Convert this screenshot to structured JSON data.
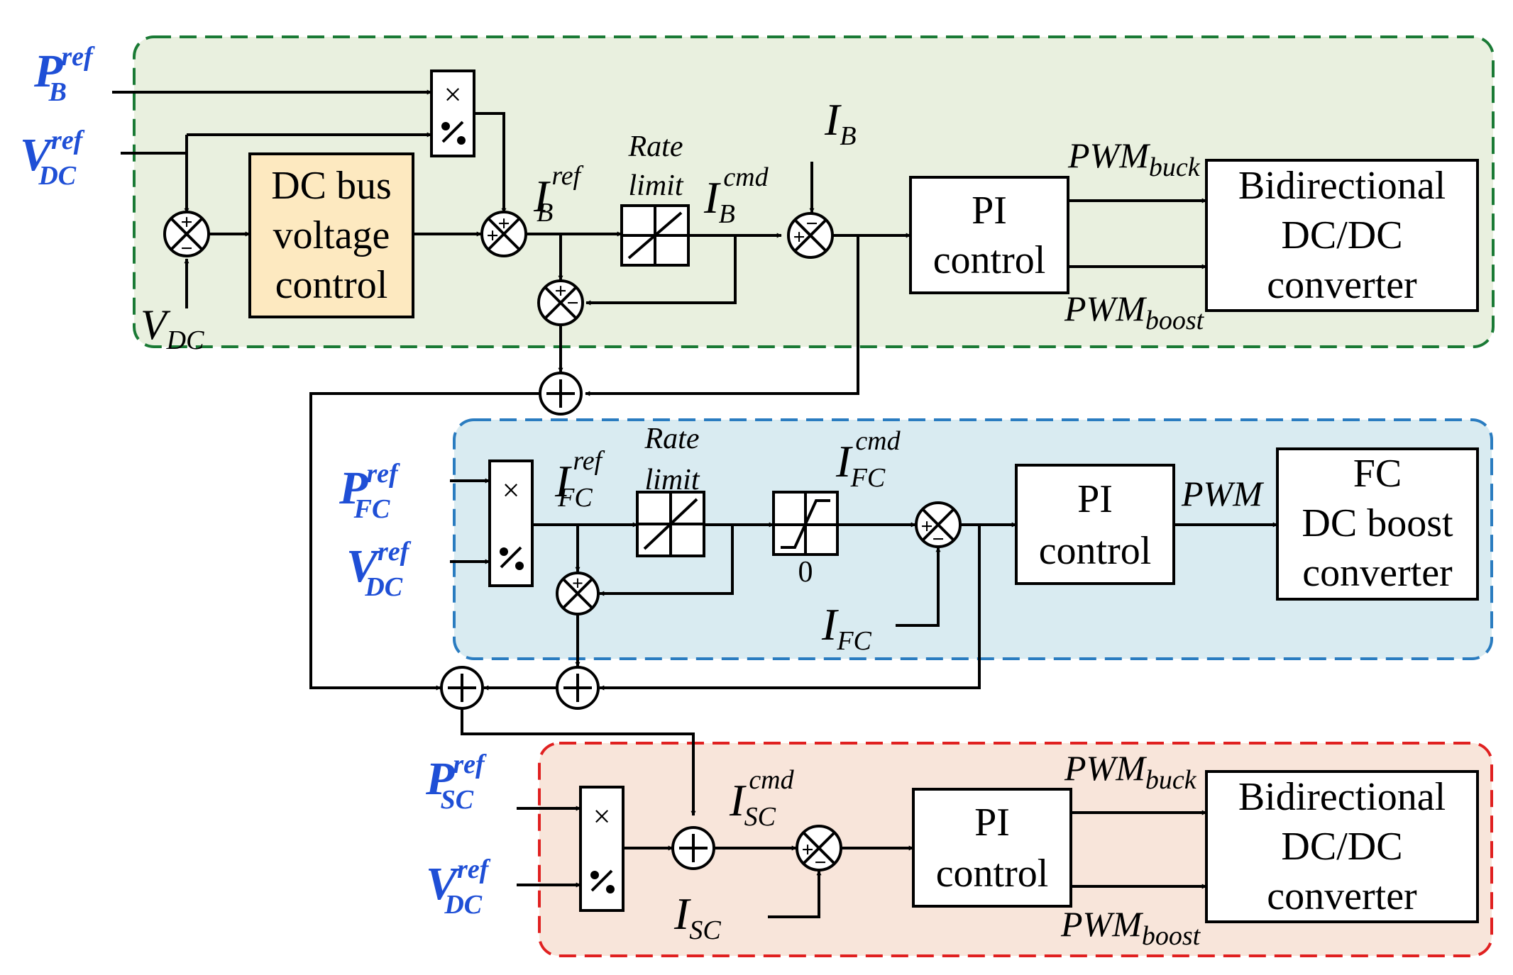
{
  "regions": {
    "battery": {
      "fill": "#e9f0df",
      "border": "#1a7a35"
    },
    "fuel_cell": {
      "fill": "#d9ebf1",
      "border": "#2a7cc0"
    },
    "supercap": {
      "fill": "#f8e5da",
      "border": "#e02020"
    }
  },
  "colors": {
    "input_label": "#1f4fd6",
    "dc_bus_block": "#fde9c0",
    "wire": "#000000"
  },
  "battery": {
    "input_p": {
      "main": "P",
      "sup": "ref",
      "sub": "B"
    },
    "input_v": {
      "main": "V",
      "sup": "ref",
      "sub": "DC"
    },
    "vdc_meas": {
      "main": "V",
      "sub": "DC"
    },
    "dc_bus_block": {
      "line1": "DC bus",
      "line2": "voltage",
      "line3": "control"
    },
    "iref": {
      "main": "I",
      "sup": "ref",
      "sub": "B"
    },
    "rate_limit": {
      "line1": "Rate",
      "line2": "limit"
    },
    "icmd": {
      "main": "I",
      "sup": "cmd",
      "sub": "B"
    },
    "imeas": {
      "main": "I",
      "sub": "B"
    },
    "pi_block": {
      "line1": "PI",
      "line2": "control"
    },
    "pwm_buck": {
      "main": "PWM",
      "sub": "buck"
    },
    "pwm_boost": {
      "main": "PWM",
      "sub": "boost"
    },
    "converter": {
      "line1": "Bidirectional",
      "line2": "DC/DC",
      "line3": "converter"
    }
  },
  "fuel_cell": {
    "input_p": {
      "main": "P",
      "sup": "ref",
      "sub": "FC"
    },
    "input_v": {
      "main": "V",
      "sup": "ref",
      "sub": "DC"
    },
    "iref": {
      "main": "I",
      "sup": "ref",
      "sub": "FC"
    },
    "rate_limit": {
      "line1": "Rate",
      "line2": "limit"
    },
    "saturation_zero": "0",
    "icmd": {
      "main": "I",
      "sup": "cmd",
      "sub": "FC"
    },
    "imeas": {
      "main": "I",
      "sub": "FC"
    },
    "pi_block": {
      "line1": "PI",
      "line2": "control"
    },
    "pwm": "PWM",
    "converter": {
      "line1": "FC",
      "line2": "DC boost",
      "line3": "converter"
    }
  },
  "supercap": {
    "input_p": {
      "main": "P",
      "sup": "ref",
      "sub": "SC"
    },
    "input_v": {
      "main": "V",
      "sup": "ref",
      "sub": "DC"
    },
    "icmd": {
      "main": "I",
      "sup": "cmd",
      "sub": "SC"
    },
    "imeas": {
      "main": "I",
      "sub": "SC"
    },
    "pi_block": {
      "line1": "PI",
      "line2": "control"
    },
    "pwm_buck": {
      "main": "PWM",
      "sub": "buck"
    },
    "pwm_boost": {
      "main": "PWM",
      "sub": "boost"
    },
    "converter": {
      "line1": "Bidirectional",
      "line2": "DC/DC",
      "line3": "converter"
    }
  },
  "symbols": {
    "multiply": "×",
    "plus": "+",
    "minus": "−"
  }
}
